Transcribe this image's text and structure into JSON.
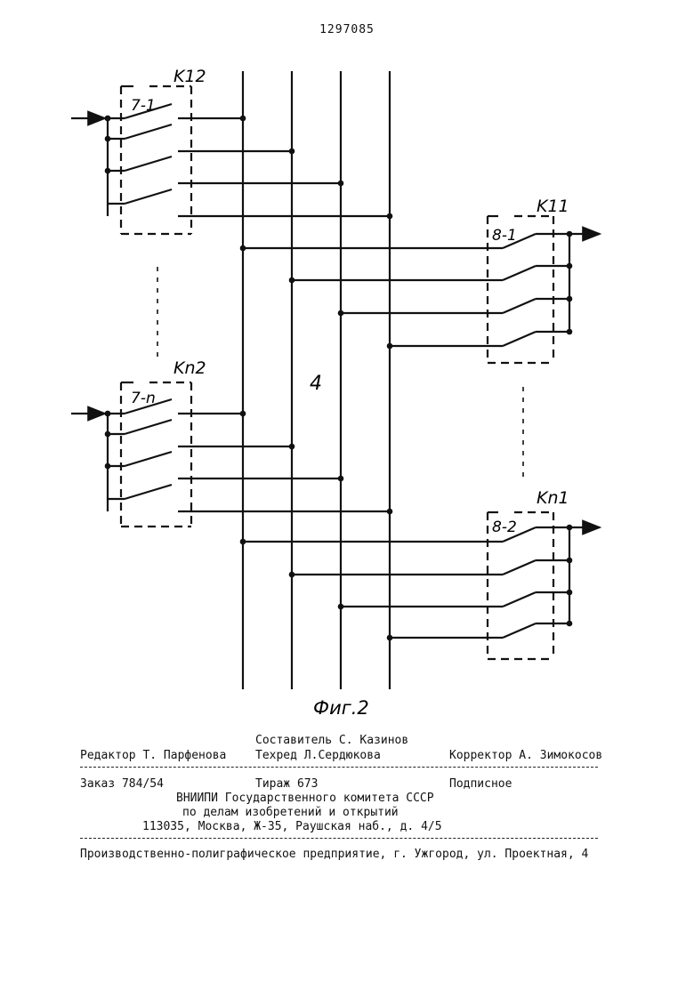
{
  "page_number": "1297085",
  "diagram": {
    "switch_units": {
      "k12": {
        "label": "K12",
        "switch": "7-1"
      },
      "kn2": {
        "label": "Kn2",
        "switch": "7-n"
      },
      "k11": {
        "label": "K11",
        "switch": "8-1"
      },
      "kn1": {
        "label": "Kn1",
        "switch": "8-2"
      }
    },
    "bus_label": "4",
    "caption": "Фиг.2"
  },
  "imprint": {
    "compiler": "Составитель С. Казинов",
    "editor": "Редактор Т. Парфенова",
    "techred": "Техред Л.Сердюкова",
    "corrector": "Корректор А. Зимокосов",
    "order": "Заказ 784/54",
    "circulation": "Тираж 673",
    "subscription": "Подписное",
    "org_line1": "ВНИИПИ Государственного комитета СССР",
    "org_line2": "по делам изобретений и открытий",
    "org_address": "113035, Москва, Ж-35, Раушская наб., д. 4/5",
    "printer": "Производственно-полиграфическое предприятие, г. Ужгород, ул. Проектная, 4"
  }
}
